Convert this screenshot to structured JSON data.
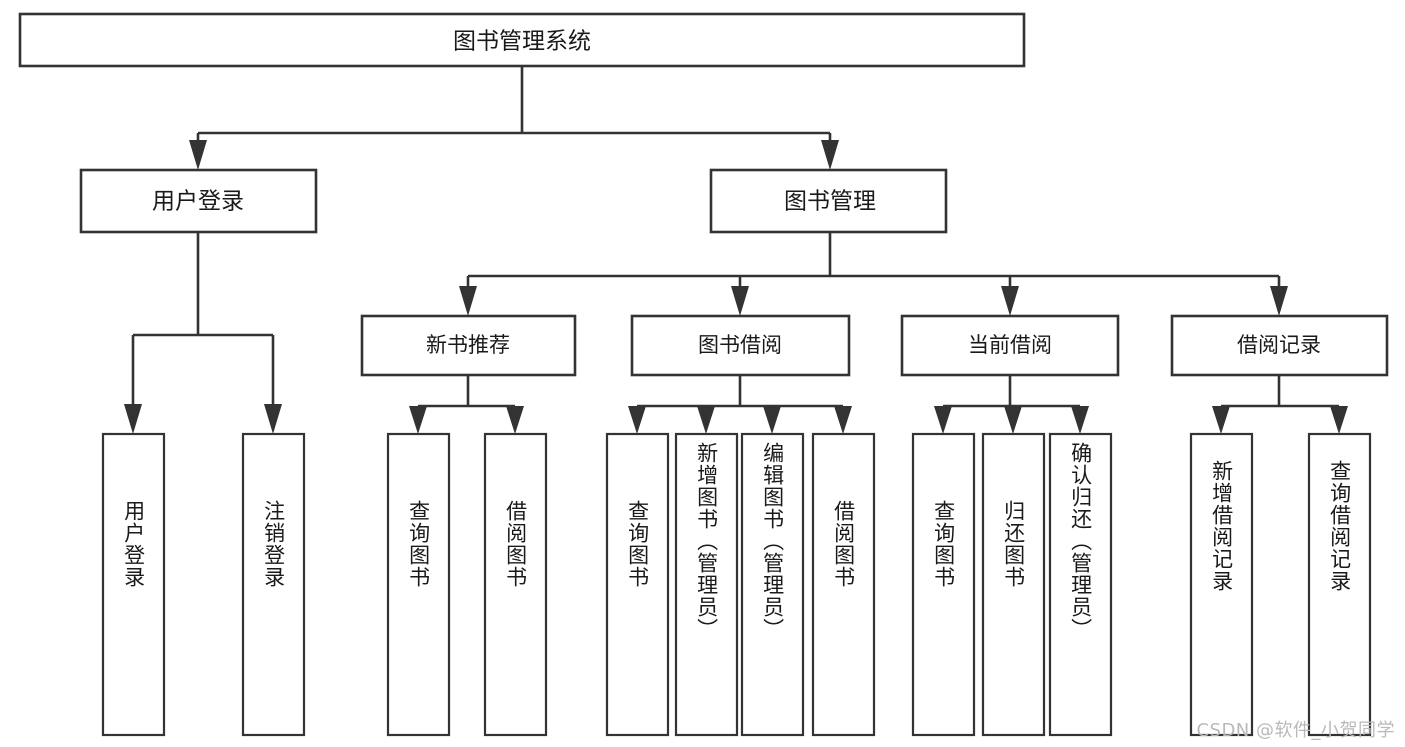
{
  "diagram": {
    "type": "tree-hierarchy",
    "title": "图书管理系统",
    "watermark": "CSDN @软件_小贺同学",
    "root": {
      "id": "root",
      "label": "图书管理系统"
    },
    "level2": [
      {
        "id": "user-login",
        "label": "用户登录"
      },
      {
        "id": "book-manage",
        "label": "图书管理"
      }
    ],
    "level3": [
      {
        "id": "new-book-rec",
        "label": "新书推荐",
        "parent": "book-manage"
      },
      {
        "id": "book-borrow",
        "label": "图书借阅",
        "parent": "book-manage"
      },
      {
        "id": "current-borrow",
        "label": "当前借阅",
        "parent": "book-manage"
      },
      {
        "id": "borrow-record",
        "label": "借阅记录",
        "parent": "book-manage"
      }
    ],
    "leaves": [
      {
        "id": "leaf-user-login",
        "label": "用户登录",
        "parent": "user-login"
      },
      {
        "id": "leaf-logout",
        "label": "注销登录",
        "parent": "user-login"
      },
      {
        "id": "leaf-query-book-1",
        "label": "查询图书",
        "parent": "new-book-rec"
      },
      {
        "id": "leaf-borrow-book-1",
        "label": "借阅图书",
        "parent": "new-book-rec"
      },
      {
        "id": "leaf-query-book-2",
        "label": "查询图书",
        "parent": "book-borrow"
      },
      {
        "id": "leaf-add-book",
        "label": "新增图书（管理员）",
        "parent": "book-borrow"
      },
      {
        "id": "leaf-edit-book",
        "label": "编辑图书（管理员）",
        "parent": "book-borrow"
      },
      {
        "id": "leaf-borrow-book-2",
        "label": "借阅图书",
        "parent": "book-borrow"
      },
      {
        "id": "leaf-query-book-3",
        "label": "查询图书",
        "parent": "current-borrow"
      },
      {
        "id": "leaf-return-book",
        "label": "归还图书",
        "parent": "current-borrow"
      },
      {
        "id": "leaf-confirm-return",
        "label": "确认归还（管理员）",
        "parent": "current-borrow"
      },
      {
        "id": "leaf-add-record",
        "label": "新增借阅记录",
        "parent": "borrow-record"
      },
      {
        "id": "leaf-query-record",
        "label": "查询借阅记录",
        "parent": "borrow-record"
      }
    ],
    "colors": {
      "stroke": "#333333",
      "fill": "#ffffff",
      "text": "#1a1a1a",
      "watermark": "#b9b9b9"
    }
  }
}
